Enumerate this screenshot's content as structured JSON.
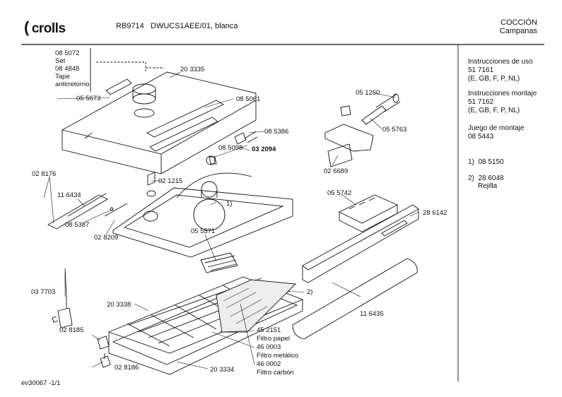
{
  "header": {
    "logo_text": "crolls",
    "model": "RB9714",
    "variant": "DWUCS1AEE/01, blanca",
    "category_1": "COCCIÓN",
    "category_2": "Campanas"
  },
  "parts": {
    "p085072": "08 5072",
    "set": "Set",
    "p084848": "08 4848",
    "tape": "Tape",
    "antirretorno": "antirretorno",
    "p055673": "05 5673",
    "p203335": "20 3335",
    "p085061": "08 5061",
    "p051260": "05 1260",
    "p055763": "05 5763",
    "p085386": "08 5386",
    "p085098": "08 5098",
    "p032094": "03 2094",
    "p026689": "02 6689",
    "p028176": "02 8176",
    "p021215": "02 1215",
    "p116434": "11 6434",
    "callout1": "1)",
    "p055742": "05 5742",
    "p286142": "28 6142",
    "p085387": "08 5387",
    "p028209": "02 8209",
    "p055571": "05 5571",
    "callout2": "2)",
    "p037703": "03 7703",
    "p203338": "20 3338",
    "p116435": "11 6435",
    "p028185": "02 8185",
    "p452151": "45 2151",
    "filtro_papel": "Filtro papel",
    "p460003": "46 0003",
    "filtro_metalico": "Filtro metálico",
    "p460002": "46 0002",
    "filtro_carbon": "Filtro carbón",
    "p028186": "02 8186",
    "p203334": "20 3334"
  },
  "sidebar": {
    "uso_title": "Instrucciones de uso",
    "uso_num": "51 7161",
    "uso_langs": "(E, GB, F, P, NL)",
    "montaje_title": "Instrucciones montaje",
    "montaje_num": "51 7162",
    "montaje_langs": "(E, GB, F, P, NL)",
    "juego_title": "Juego de montaje",
    "juego_num": "08 5443",
    "note1": "1)  08 5150",
    "note2": "2)  28 6048",
    "note2_sub": "Rejilla"
  },
  "footer": {
    "code": "ev30067 -1/1"
  }
}
